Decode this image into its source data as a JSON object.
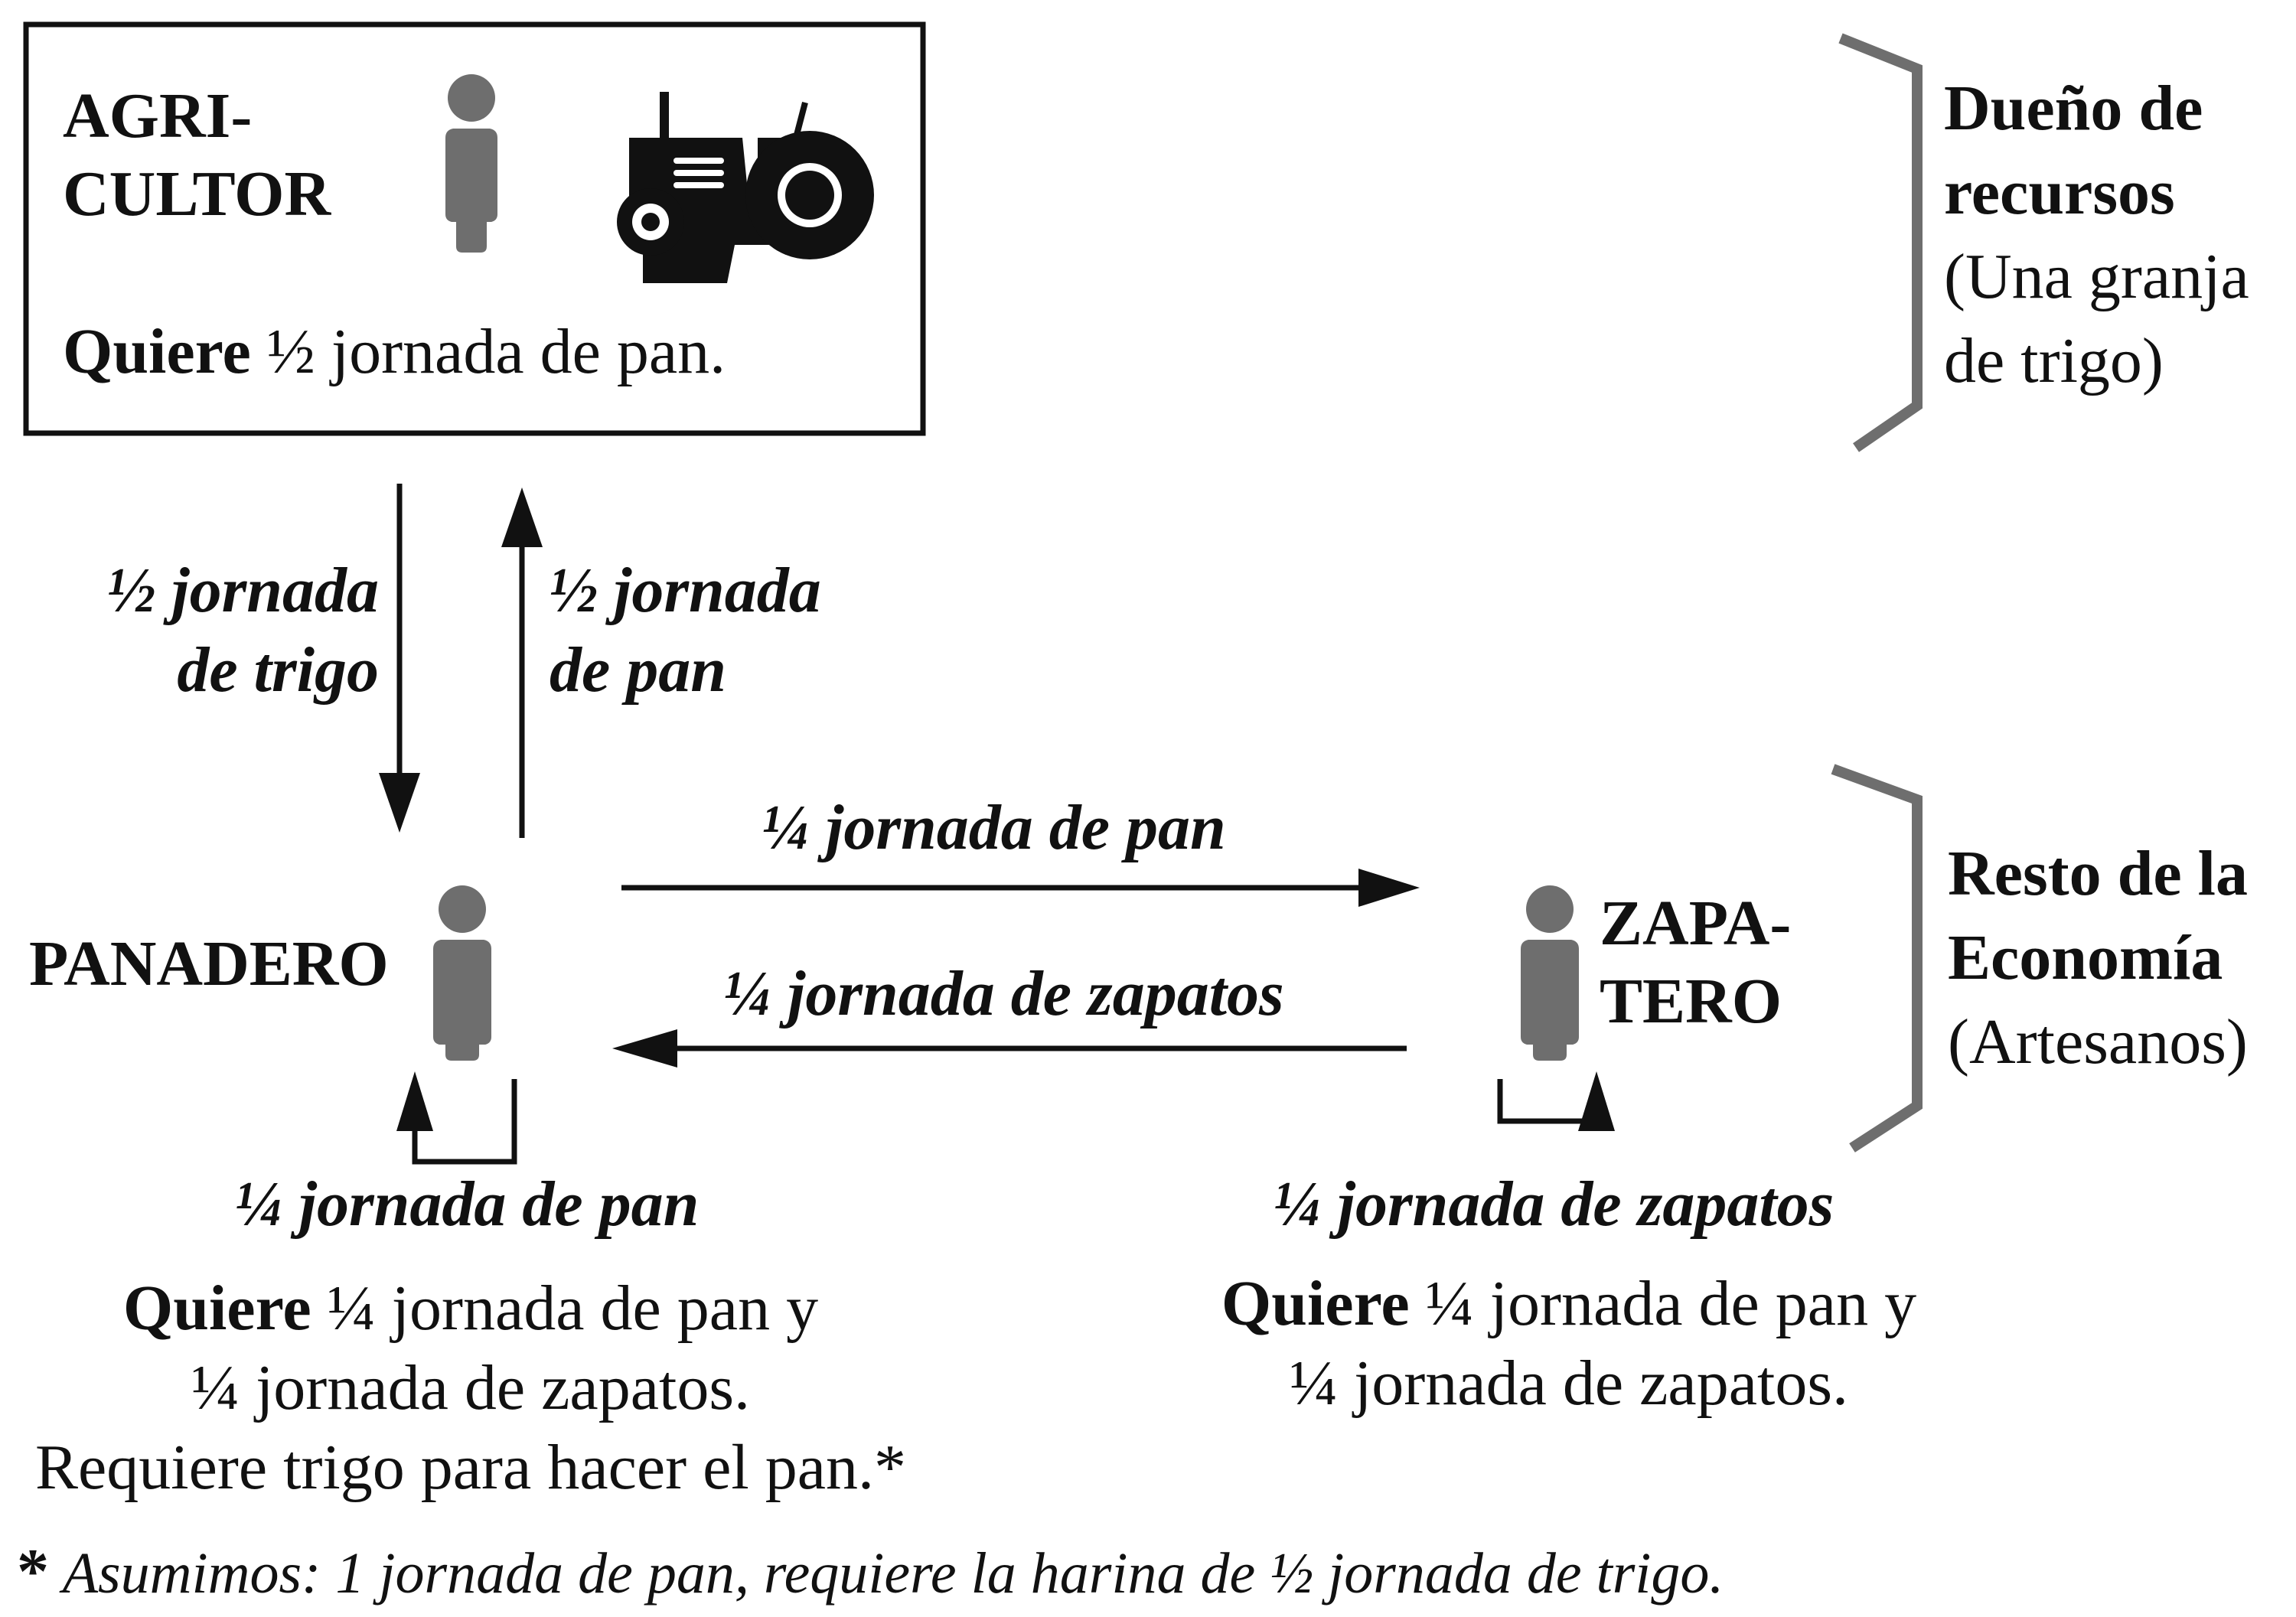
{
  "farmer": {
    "label_line1": "AGRI-",
    "label_line2": "CULTOR",
    "wants_bold": "Quiere",
    "wants_rest": " ½ jornada de pan."
  },
  "bracket_top": {
    "line1": "Dueño de",
    "line2": "recursos",
    "line3": "(Una granja",
    "line4": "de trigo)"
  },
  "bracket_bottom": {
    "line1": "Resto de la",
    "line2": "Economía",
    "line3": "(Artesanos)"
  },
  "flows": {
    "wheat_down_line1": "½ jornada",
    "wheat_down_line2": "de trigo",
    "bread_up_line1": "½ jornada",
    "bread_up_line2": "de pan",
    "bread_to_shoe": "¼ jornada de pan",
    "shoes_to_baker": "¼ jornada de zapatos",
    "baker_self": "¼ jornada de pan",
    "shoemaker_self": "¼ jornada de zapatos"
  },
  "baker": {
    "label": "PANADERO",
    "wants_bold": "Quiere",
    "wants_rest": " ¼ jornada de pan y",
    "wants_line2": "¼ jornada de zapatos.",
    "requires": "Requiere trigo para hacer el pan.*"
  },
  "shoemaker": {
    "label_line1": "ZAPA-",
    "label_line2": "TERO",
    "wants_bold": "Quiere",
    "wants_rest": " ¼ jornada de pan y",
    "wants_line2": "¼ jornada de zapatos."
  },
  "footnote": {
    "star": "*",
    "text": " Asumimos: 1 jornada de pan, requiere la harina de ½ jornada de trigo."
  },
  "icons": {
    "person": "person-icon",
    "tractor": "tractor-icon"
  },
  "colors": {
    "bracket": "#6e6e6e",
    "person": "#6e6e6e",
    "ink": "#111111"
  }
}
